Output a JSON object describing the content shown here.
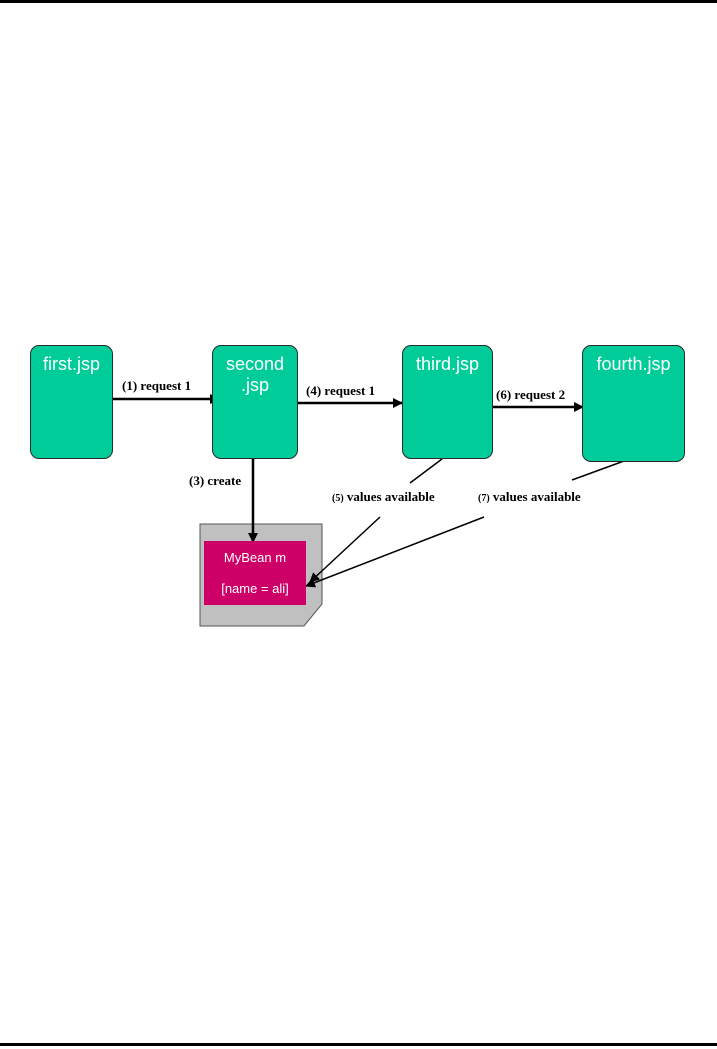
{
  "nodes": {
    "first": "first.jsp",
    "second_line1": "second",
    "second_line2": ".jsp",
    "third": "third.jsp",
    "fourth": "fourth.jsp"
  },
  "edges": {
    "e1": "(1) request 1",
    "e3": "(3) create",
    "e4": "(4) request 1",
    "e5_num": "(5)",
    "e5_text": "values available",
    "e6": "(6) request 2",
    "e7_num": "(7)",
    "e7_text": "values available"
  },
  "bean": {
    "line1": "MyBean m",
    "line2": "[name = ali]"
  },
  "colors": {
    "node_fill": "#00cc99",
    "bean_fill": "#cc0066",
    "scope_fill": "#c0c0c0"
  }
}
